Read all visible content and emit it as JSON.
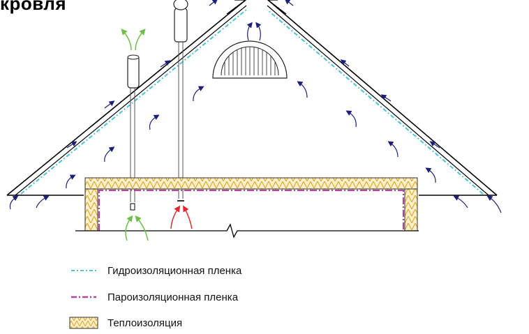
{
  "title": "кровля",
  "legend": [
    {
      "key": "waterproofing",
      "label": "Гидроизоляционная пленка",
      "color": "#4fc3d9",
      "pattern": "dashed"
    },
    {
      "key": "vapor",
      "label": "Пароизоляционная пленка",
      "color": "#b0479a",
      "pattern": "dash-dot"
    },
    {
      "key": "insulation",
      "label": "Теплоизоляция",
      "color": "#e8b84a",
      "pattern": "zigzag"
    }
  ],
  "colors": {
    "airflow": "#1b1f7a",
    "exhaust_air": "#6fc04a",
    "warm_air": "#e8262a",
    "roof_line": "#000000"
  },
  "icons": [
    "attic-vent-icon",
    "vent-pipe-icon",
    "chimney-pipe-icon",
    "ridge-vent-icon"
  ]
}
